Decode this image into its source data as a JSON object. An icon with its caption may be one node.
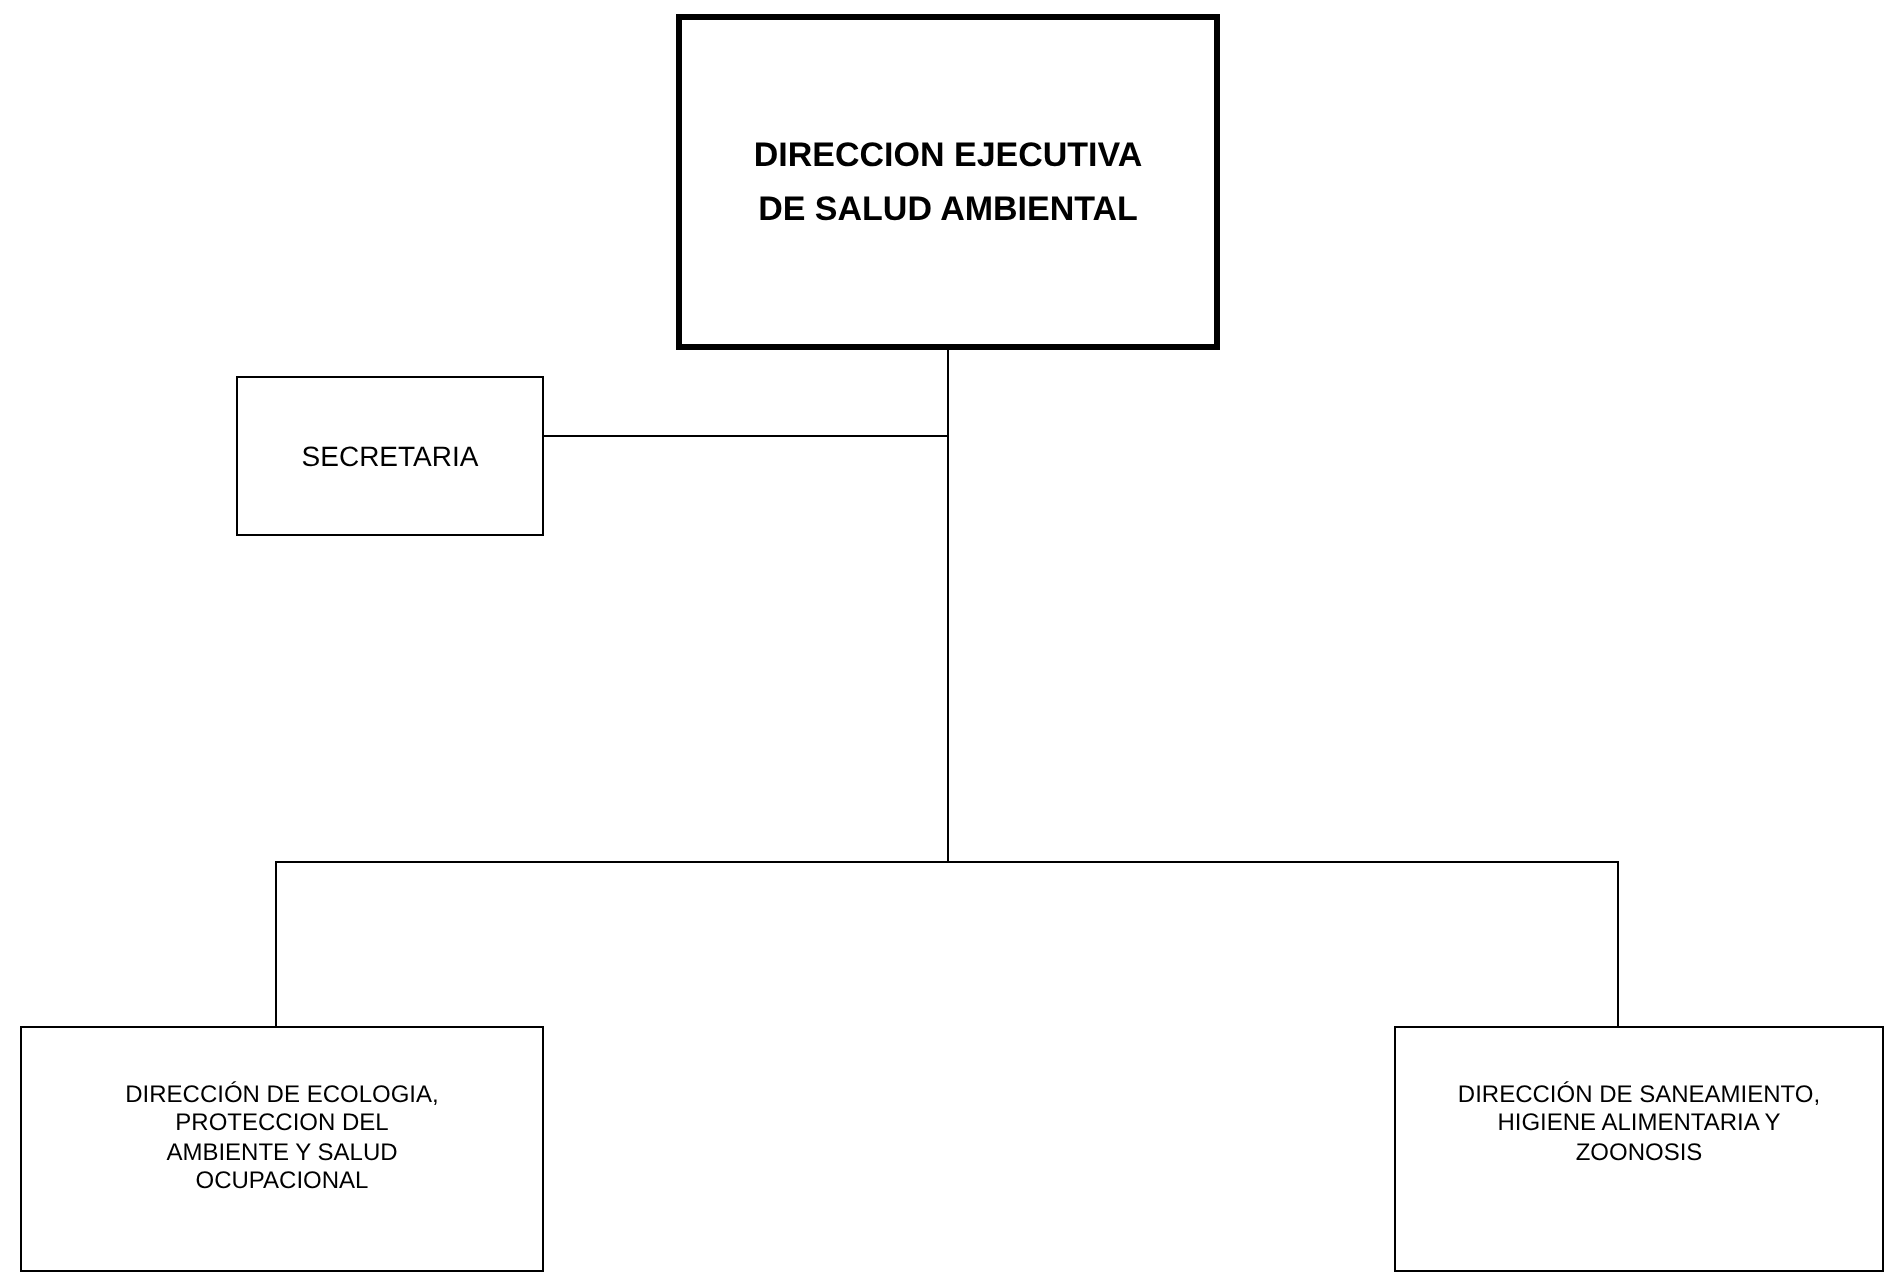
{
  "diagram": {
    "nodes": [
      {
        "text": [
          "DIRECCION EJECUTIVA DE SALUD AMBIENTAL"
        ]
      },
      {
        "text": [
          "SECRETARIA"
        ]
      },
      {
        "text": [
          "DIRECCIÓN DE ECOLOGIA, PROTECCION DEL AMBIENTE Y SALUD OCUPACIONAL"
        ]
      },
      {
        "text": [
          "DIRECCIÓN DE SANEAMIENTO, HIGIENE ALIMENTARIA Y ZOONOSIS"
        ]
      }
    ],
    "edges": [
      {
        "from": 0,
        "to": 1,
        "arrow": "none"
      },
      {
        "from": 0,
        "to": 2,
        "arrow": "none"
      },
      {
        "from": 0,
        "to": 3,
        "arrow": "none"
      }
    ]
  }
}
